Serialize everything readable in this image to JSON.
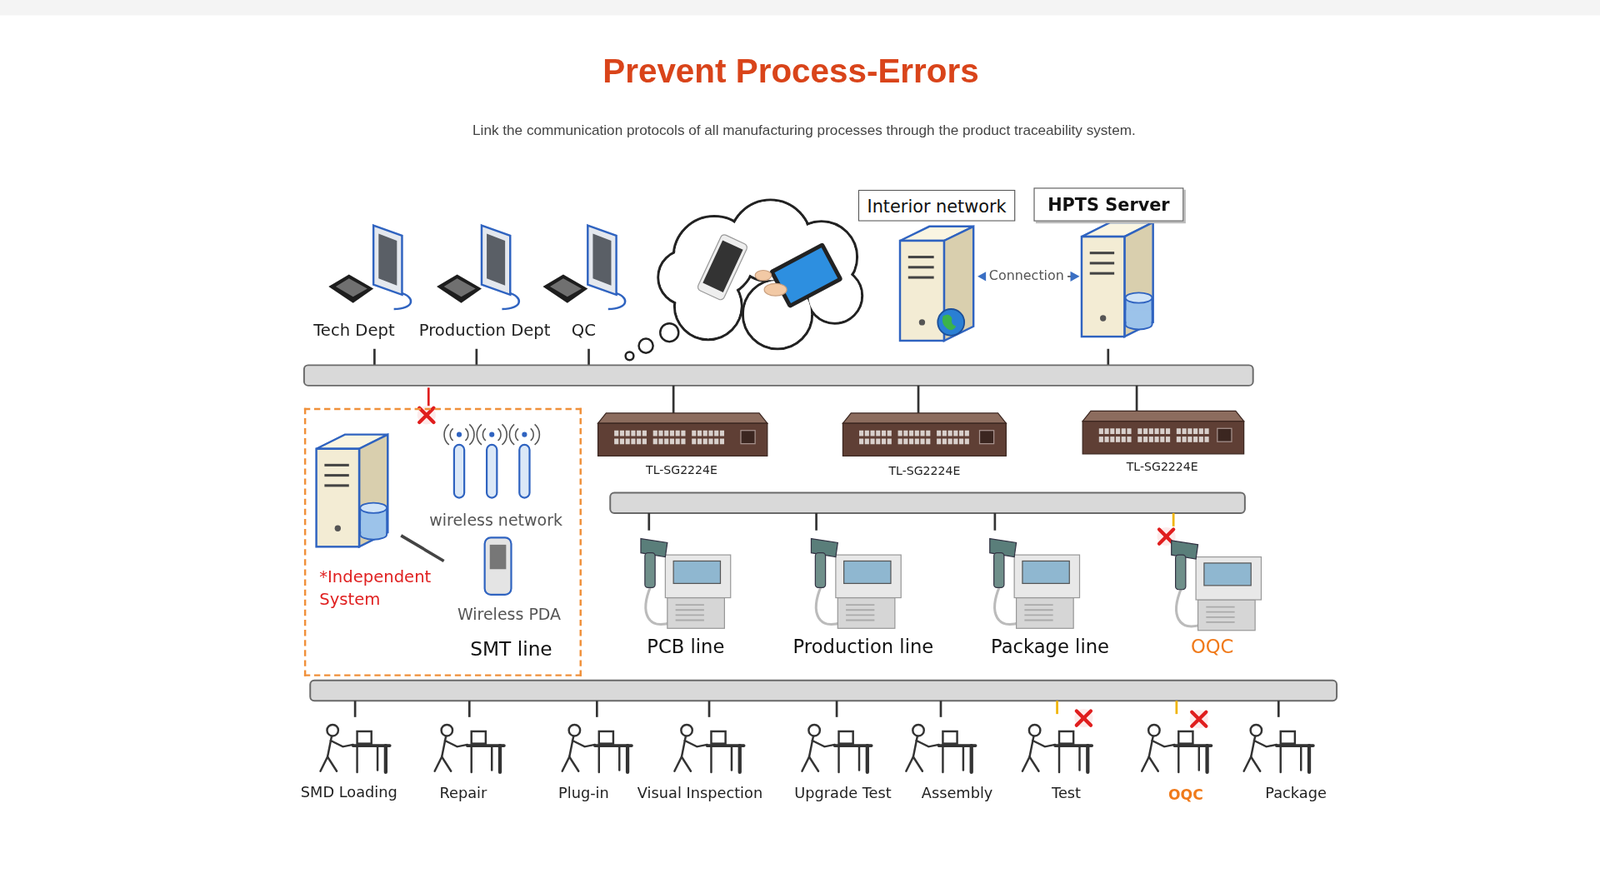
{
  "diagram": {
    "title": "Prevent Process-Errors",
    "nodes": [
      {
        "text": [
          "Interior network"
        ]
      },
      {
        "text": [
          "HPTS Server"
        ]
      },
      {
        "text": [
          "*Independent System",
          "wireless network",
          "Wireless PDA",
          "SMT line"
        ]
      }
    ],
    "labels": [
      "Link the communication protocols of all manufacturing processes through the product traceability system.",
      "Tech Dept",
      "Production Dept",
      "QC",
      "Connection",
      "TL-SG2224E",
      "TL-SG2224E",
      "TL-SG2224E",
      "PCB line",
      "Production line",
      "Package line",
      "OQC",
      "SMD Loading",
      "Repair",
      "Plug-in",
      "Visual Inspection",
      "Upgrade Test",
      "Assembly",
      "Test",
      "OQC",
      "Package"
    ]
  }
}
